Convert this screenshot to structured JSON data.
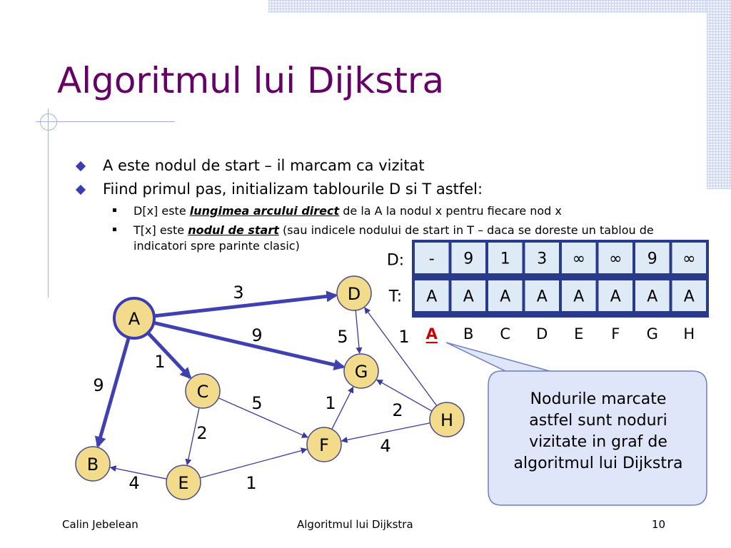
{
  "title": "Algoritmul lui Dijkstra",
  "bullets": [
    {
      "text": "A este nodul de start – il marcam ca vizitat"
    },
    {
      "text": "Fiind primul pas, initializam tablourile D si T astfel:"
    }
  ],
  "sub_bullets": [
    {
      "pre": "D[x] este ",
      "em": "lungimea arcului direct",
      "post": " de la A la nodul x pentru fiecare nod x"
    },
    {
      "pre": "T[x] este ",
      "em": "nodul de start",
      "post": " (sau indicele nodului de start in T – daca se doreste un tablou de indicatori spre parinte clasic)"
    }
  ],
  "table": {
    "d_label": "D:",
    "t_label": "T:",
    "d_values": [
      "-",
      "9",
      "1",
      "3",
      "∞",
      "∞",
      "9",
      "∞"
    ],
    "t_values": [
      "A",
      "A",
      "A",
      "A",
      "A",
      "A",
      "A",
      "A"
    ],
    "headers": [
      "A",
      "B",
      "C",
      "D",
      "E",
      "F",
      "G",
      "H"
    ],
    "highlight_index": 0,
    "highlight_color": "#cc0000"
  },
  "graph": {
    "nodes": [
      {
        "id": "A",
        "label": "A",
        "start": true
      },
      {
        "id": "B",
        "label": "B"
      },
      {
        "id": "C",
        "label": "C"
      },
      {
        "id": "D",
        "label": "D"
      },
      {
        "id": "E",
        "label": "E"
      },
      {
        "id": "F",
        "label": "F"
      },
      {
        "id": "G",
        "label": "G"
      },
      {
        "id": "H",
        "label": "H"
      }
    ],
    "edges": [
      {
        "from": "A",
        "to": "D",
        "weight": "3",
        "thick": true
      },
      {
        "from": "A",
        "to": "G",
        "weight": "9",
        "thick": true
      },
      {
        "from": "A",
        "to": "C",
        "weight": "1",
        "thick": true
      },
      {
        "from": "A",
        "to": "B",
        "weight": "9",
        "thick": true
      },
      {
        "from": "D",
        "to": "G",
        "weight": "5",
        "thick": false
      },
      {
        "from": "H",
        "to": "D",
        "weight": "1",
        "thick": false
      },
      {
        "from": "C",
        "to": "F",
        "weight": "5",
        "thick": false
      },
      {
        "from": "C",
        "to": "E",
        "weight": "2",
        "thick": false
      },
      {
        "from": "F",
        "to": "G",
        "weight": "1",
        "thick": false
      },
      {
        "from": "H",
        "to": "G",
        "weight": "2",
        "thick": false
      },
      {
        "from": "H",
        "to": "F",
        "weight": "4",
        "thick": false
      },
      {
        "from": "E",
        "to": "B",
        "weight": "4",
        "thick": false
      },
      {
        "from": "E",
        "to": "F",
        "weight": "1",
        "thick": false
      }
    ]
  },
  "callout": {
    "lines": [
      "Nodurile marcate",
      "astfel sunt noduri",
      "vizitate in graf de",
      "algoritmul lui Dijkstra"
    ]
  },
  "footer": {
    "author": "Calin Jebelean",
    "center": "Algoritmul lui Dijkstra",
    "page": "10"
  },
  "colors": {
    "title": "#660066",
    "node_fill": "#f2dc8c",
    "node_stroke": "#4a4a8a",
    "start_stroke": "#3b3bb5",
    "edge_thick": "#4040b0",
    "edge_thin": "#3a3a9a",
    "table_fill": "#dfeaf7",
    "table_border": "#2a3a8a",
    "callout_fill": "#dfe6fa",
    "callout_stroke": "#6f7fbf"
  }
}
